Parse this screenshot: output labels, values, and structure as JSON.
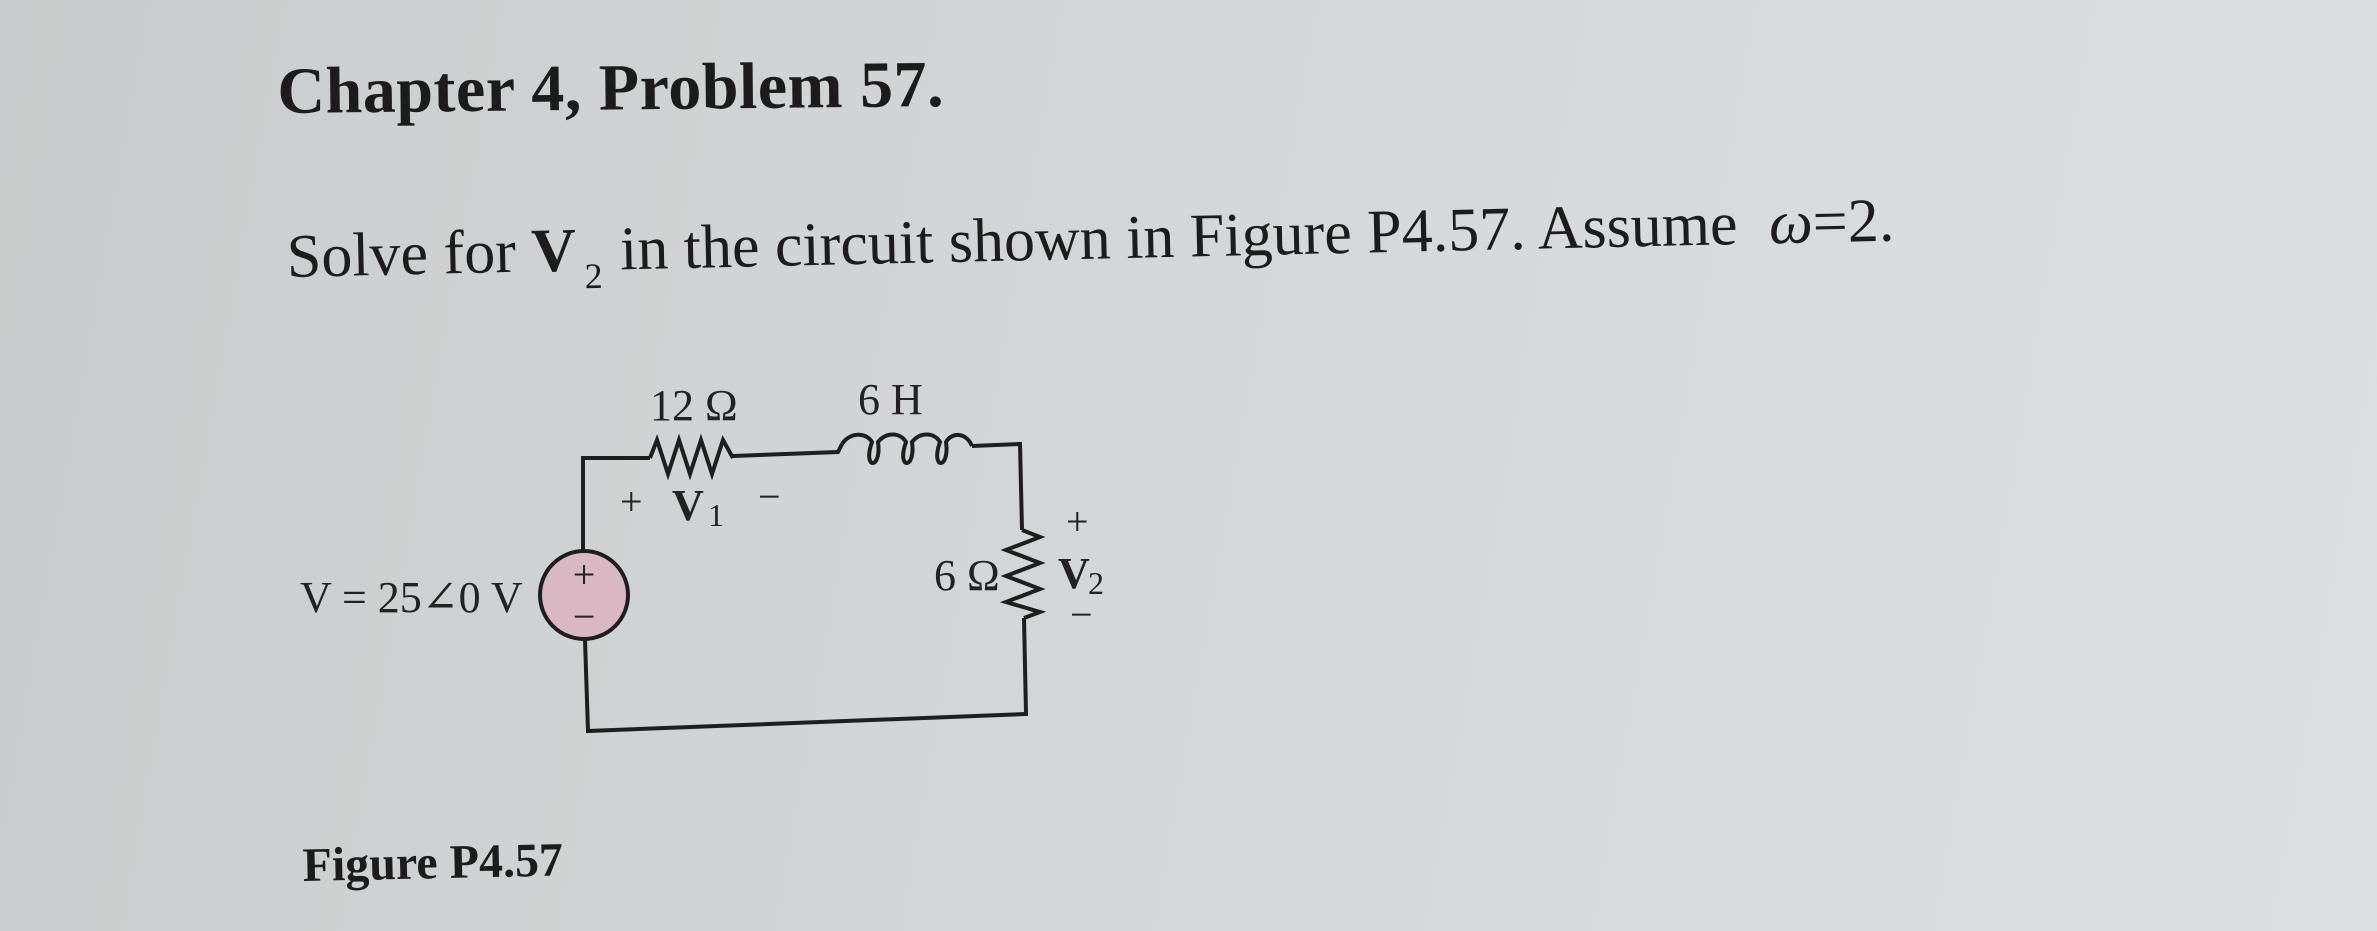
{
  "header": {
    "title": "Chapter 4, Problem 57."
  },
  "problem": {
    "text_before": "Solve for ",
    "variable": "V",
    "variable_subscript": "2",
    "text_after": "in the circuit shown in Figure P4.57. Assume ",
    "omega_symbol": "ω",
    "omega_value": "=2."
  },
  "circuit": {
    "source": {
      "label": "V = 25∠0 V",
      "plus": "+",
      "minus": "−",
      "fill_color": "#d9b8c4"
    },
    "resistor_1": {
      "label": "12 Ω"
    },
    "inductor": {
      "label": "6 H"
    },
    "resistor_2": {
      "label": "6 Ω"
    },
    "v1": {
      "plus": "+",
      "symbol": "V",
      "subscript": "1",
      "minus": "−"
    },
    "v2": {
      "plus": "+",
      "symbol": "V",
      "subscript": "2",
      "minus": "−"
    }
  },
  "figure": {
    "caption": "Figure P4.57"
  }
}
